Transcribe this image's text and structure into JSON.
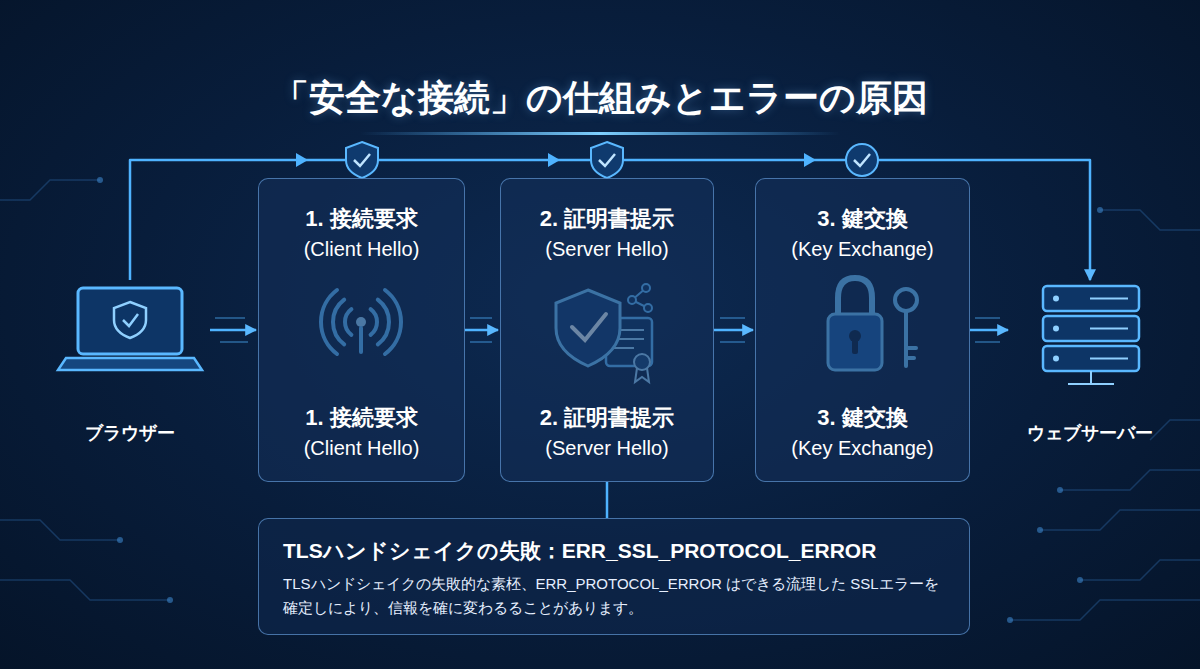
{
  "diagram": {
    "title": "「安全な接続」の仕組みとエラーの原因",
    "nodes": [
      {
        "text": [
          "ブラウザー"
        ]
      },
      {
        "text": [
          "1. 接続要求",
          "(Client Hello)",
          "1. 接続要求",
          "(Client Hello)"
        ]
      },
      {
        "text": [
          "2. 証明書提示",
          "(Server Hello)",
          "2. 証明書提示",
          "(Server Hello)"
        ]
      },
      {
        "text": [
          "3. 鍵交換",
          "(Key Exchange)",
          "3. 鍵交換",
          "(Key Exchange)"
        ]
      },
      {
        "text": [
          "ウェブサーバー"
        ]
      },
      {
        "text": [
          "TLSハンドシェイクの失敗：ERR_SSL_PROTOCOL_ERROR",
          "TLSハンドシェイクの失敗的な素柸、ERR_PROTOCOL_ERROR はできる流理した SSLエラーを確定しにより、信報を確に変わるることがあります。"
        ]
      }
    ],
    "edges": [
      {
        "from": 0,
        "to": 1,
        "arrow": "to"
      },
      {
        "from": 1,
        "to": 2,
        "arrow": "to"
      },
      {
        "from": 2,
        "to": 3,
        "arrow": "to"
      },
      {
        "from": 3,
        "to": 4,
        "arrow": "to"
      },
      {
        "from": 0,
        "to": 4,
        "arrow": "to"
      },
      {
        "from": 2,
        "to": 5,
        "arrow": "none"
      }
    ]
  }
}
